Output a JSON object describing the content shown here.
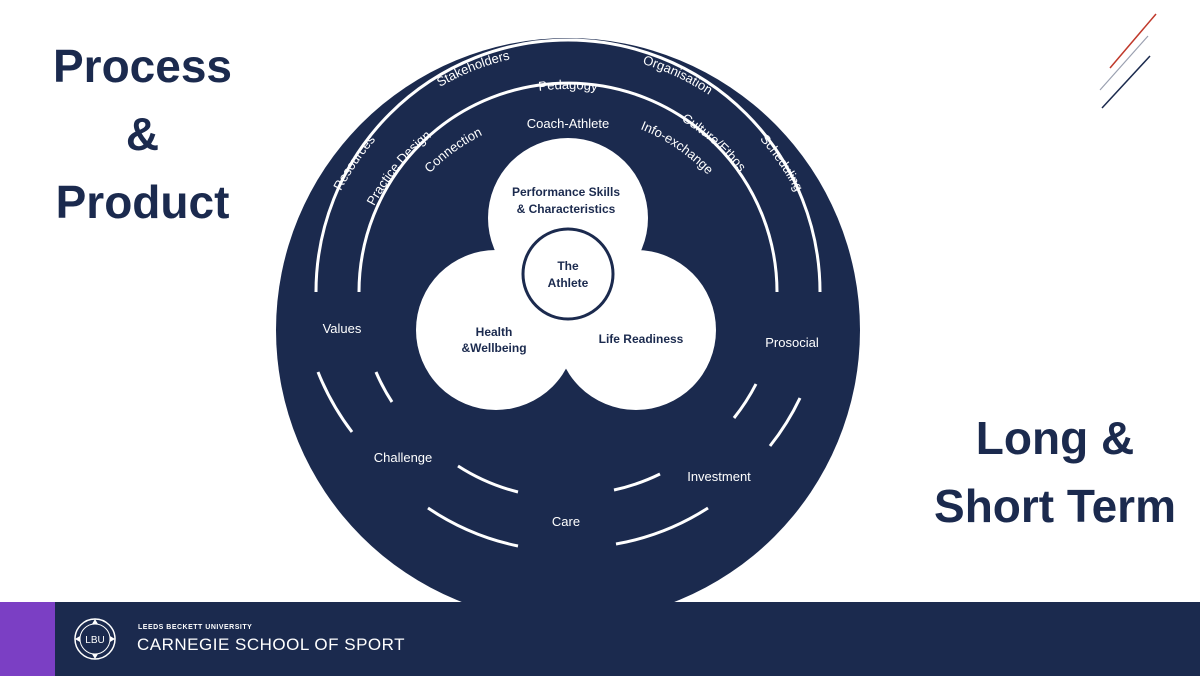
{
  "title_left": {
    "line1": "Process",
    "line2": "&",
    "line3": "Product"
  },
  "title_right": {
    "line1": "Long &",
    "line2": "Short Term"
  },
  "outer_ring": {
    "resources": "Resources",
    "stakeholders": "Stakeholders",
    "organisation": "Organisation",
    "scheduling": "Scheduling"
  },
  "middle_ring": {
    "practice_design": "Practice Design",
    "pedagogy": "Pedagogy",
    "culture_ethos": "Culture/Ethos"
  },
  "inner_ring": {
    "connection": "Connection",
    "coach_athlete": "Coach-Athlete",
    "info_exchange": "Info-exchange"
  },
  "lower_labels": {
    "values": "Values",
    "prosocial": "Prosocial",
    "challenge": "Challenge",
    "investment": "Investment",
    "care": "Care"
  },
  "center": {
    "performance_line1": "Performance Skills",
    "performance_line2": "& Characteristics",
    "athlete_line1": "The",
    "athlete_line2": "Athlete",
    "health_line1": "Health",
    "health_line2": "&Wellbeing",
    "life_readiness": "Life Readiness"
  },
  "footer": {
    "university": "LEEDS BECKETT UNIVERSITY",
    "school": "CARNEGIE SCHOOL OF SPORT",
    "logo_text": "LBU"
  },
  "colors": {
    "navy": "#1b2a4e",
    "purple": "#7b3fc4",
    "red_accent": "#c0392b"
  }
}
